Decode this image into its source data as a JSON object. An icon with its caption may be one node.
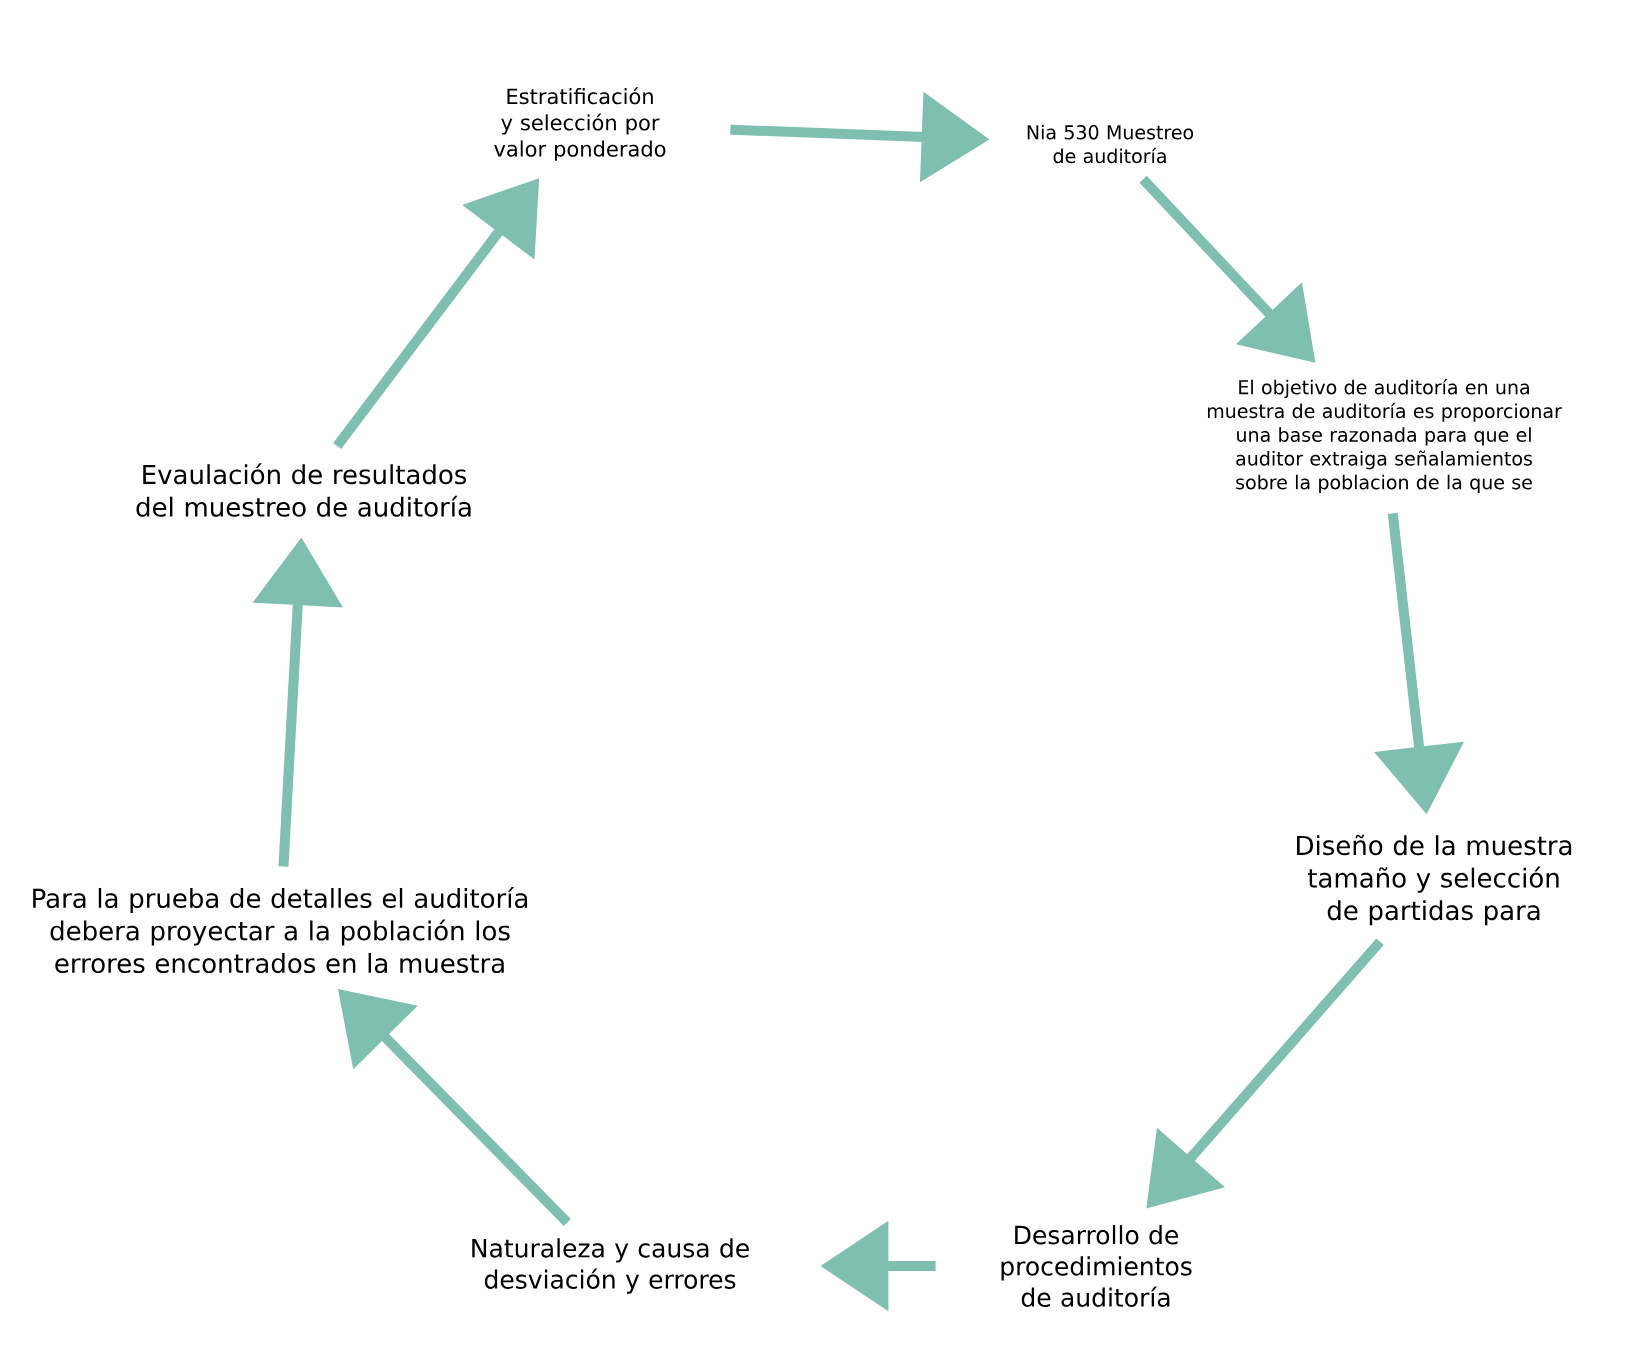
{
  "diagram": {
    "nodes": [
      {
        "text": [
          "Estratificación y selección por valor ponderado"
        ]
      },
      {
        "text": [
          "Nia 530 Muestreo de auditoría"
        ]
      },
      {
        "text": [
          "El objetivo de auditoría en una muestra de auditoría es proporcionar una base razonada para que el auditor extraiga señalamientos sobre la poblacion de la que se"
        ]
      },
      {
        "text": [
          "Diseño de la muestra tamaño y selección de partidas para"
        ]
      },
      {
        "text": [
          "Desarrollo de procedimientos de auditoría"
        ]
      },
      {
        "text": [
          "Naturaleza y causa de desviación y errores"
        ]
      },
      {
        "text": [
          "Para la prueba de detalles el auditoría debera proyectar a la población los errores encontrados en la muestra"
        ]
      },
      {
        "text": [
          "Evaulación de resultados del muestreo de auditoría"
        ]
      }
    ],
    "edges": [
      {
        "from": 0,
        "to": 1,
        "arrow": "to"
      },
      {
        "from": 1,
        "to": 2,
        "arrow": "to"
      },
      {
        "from": 2,
        "to": 3,
        "arrow": "to"
      },
      {
        "from": 3,
        "to": 4,
        "arrow": "to"
      },
      {
        "from": 4,
        "to": 5,
        "arrow": "to"
      },
      {
        "from": 5,
        "to": 6,
        "arrow": "to"
      },
      {
        "from": 6,
        "to": 7,
        "arrow": "to"
      },
      {
        "from": 7,
        "to": 0,
        "arrow": "to"
      }
    ]
  }
}
